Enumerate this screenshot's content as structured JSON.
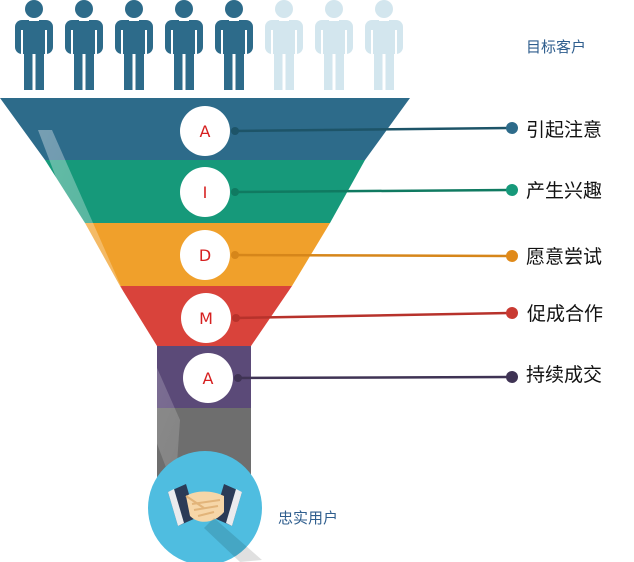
{
  "target_label": "目标客户",
  "people": {
    "dark_color": "#2d6b8a",
    "light_color": "#d3e6ee",
    "dark_count": 5,
    "light_count": 3
  },
  "stages": [
    {
      "letter": "A",
      "label": "引起注意",
      "color": "#2d6b8a",
      "line_color": "#1d5468",
      "dot_color": "#2d6b8a"
    },
    {
      "letter": "I",
      "label": "产生兴趣",
      "color": "#16997a",
      "line_color": "#107a61",
      "dot_color": "#16997a"
    },
    {
      "letter": "D",
      "label": "愿意尝试",
      "color": "#f0a02b",
      "line_color": "#d6861a",
      "dot_color": "#e08a1a"
    },
    {
      "letter": "M",
      "label": "促成合作",
      "color": "#d9433b",
      "line_color": "#b7322b",
      "dot_color": "#c93a32"
    },
    {
      "letter": "A",
      "label": "持续成交",
      "color": "#5b4a78",
      "line_color": "#3f3354",
      "dot_color": "#3f3354"
    }
  ],
  "letter_color": "#d62020",
  "loyal_label": "忠实用户",
  "label_color": "#2f5e8e",
  "neck_color": "#6e6e6e",
  "handshake_circle_color": "#4fbde0"
}
